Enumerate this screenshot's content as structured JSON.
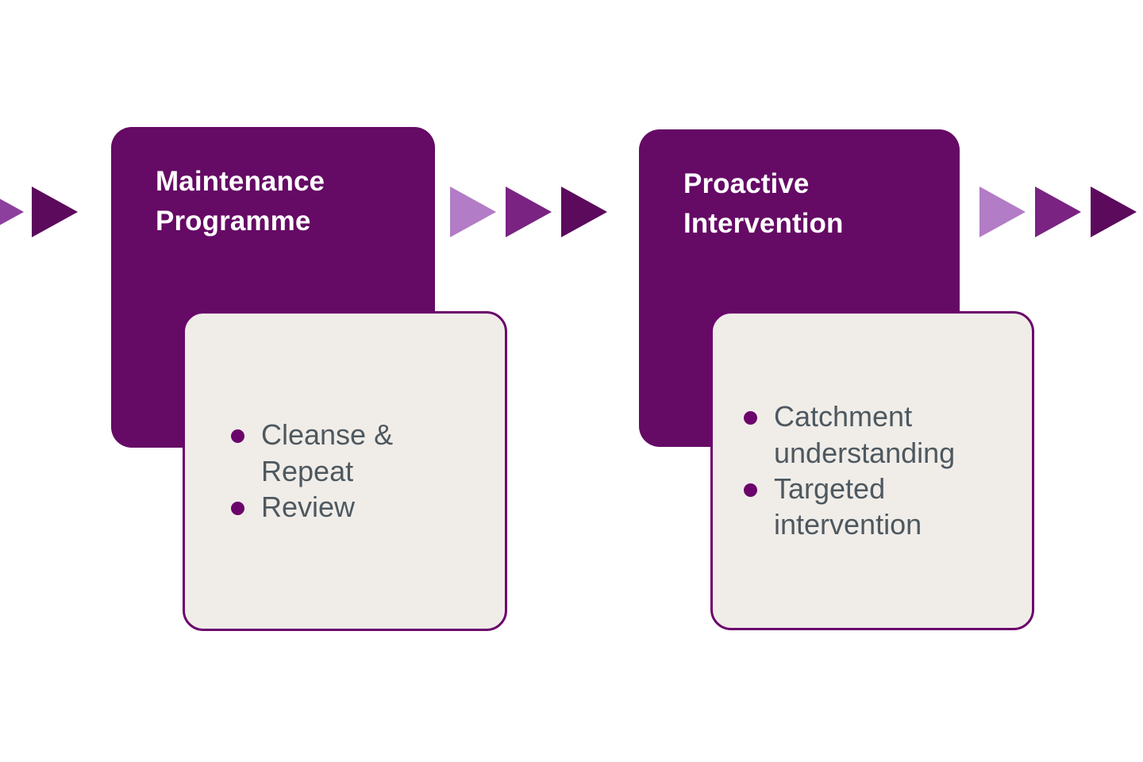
{
  "diagram": {
    "type": "process-flow",
    "background_color": "#ffffff",
    "palette": {
      "header_purple": "#650a65",
      "card_background": "#f0ede9",
      "card_border": "#6b046b",
      "bullet_purple": "#6b046b",
      "body_text": "#4e585f",
      "header_text": "#ffffff",
      "arrow_light": "#b27cc6",
      "arrow_medium": "#7a2382",
      "arrow_dark": "#5c0a5c"
    },
    "connectors": [
      {
        "name": "connector-left-edge",
        "arrows": [
          {
            "name": "arrow-light",
            "color": "#8d3f9e",
            "clipped": true
          },
          {
            "name": "arrow-dark",
            "color": "#5c0a5c",
            "clipped": false
          }
        ]
      },
      {
        "name": "connector-middle",
        "arrows": [
          {
            "name": "arrow-light",
            "color": "#b27cc6",
            "clipped": false
          },
          {
            "name": "arrow-medium",
            "color": "#7a2382",
            "clipped": false
          },
          {
            "name": "arrow-dark",
            "color": "#5c0a5c",
            "clipped": false
          }
        ]
      },
      {
        "name": "connector-right-edge",
        "arrows": [
          {
            "name": "arrow-light",
            "color": "#b27cc6",
            "clipped": false
          },
          {
            "name": "arrow-medium",
            "color": "#7a2382",
            "clipped": false
          },
          {
            "name": "arrow-dark",
            "color": "#5c0a5c",
            "clipped": true
          }
        ]
      }
    ],
    "stages": [
      {
        "id": "maintenance-programme",
        "title": "Maintenance\nProgramme",
        "bullets": [
          "Cleanse & Repeat",
          "Review"
        ]
      },
      {
        "id": "proactive-intervention",
        "title": "Proactive\nIntervention",
        "bullets": [
          "Catchment understanding",
          "Targeted intervention"
        ]
      }
    ]
  }
}
